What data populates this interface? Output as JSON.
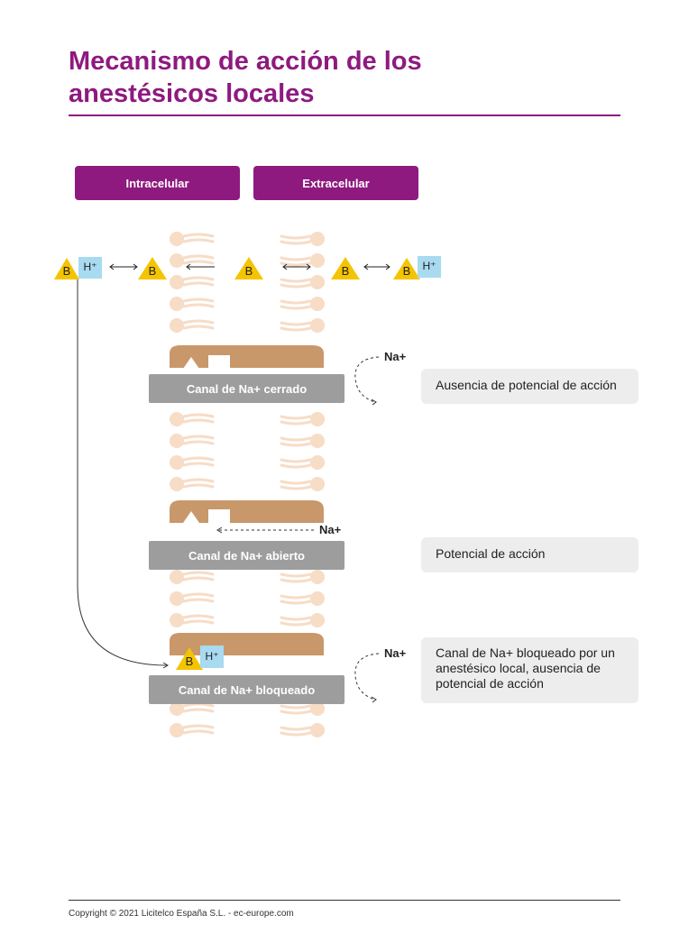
{
  "title": {
    "line1": "Mecanismo de acción de los",
    "line2": "anestésicos locales"
  },
  "headers": {
    "intracellular": "Intracelular",
    "extracellular": "Extracelular"
  },
  "molecules": {
    "base": "B",
    "proton": "H⁺"
  },
  "ion": "Na+",
  "channels": [
    {
      "label": "Canal de Na+ cerrado",
      "description": "Ausencia de potencial de acción"
    },
    {
      "label": "Canal de Na+ abierto",
      "description": "Potencial de acción"
    },
    {
      "label": "Canal de Na+ bloqueado",
      "description": "Canal de Na+ bloqueado por un anestésico local, ausencia de potencial de acción"
    }
  ],
  "footer": "Copyright © 2021 Licitelco España S.L. - ec-europe.com",
  "colors": {
    "brand": "#8e1a7f",
    "lipid": "#f7dcc6",
    "channel": "#c8986a",
    "label_gray": "#9d9d9d",
    "box_gray": "#ededed",
    "triangle": "#f5c400",
    "proton_box": "#a8daf0"
  }
}
